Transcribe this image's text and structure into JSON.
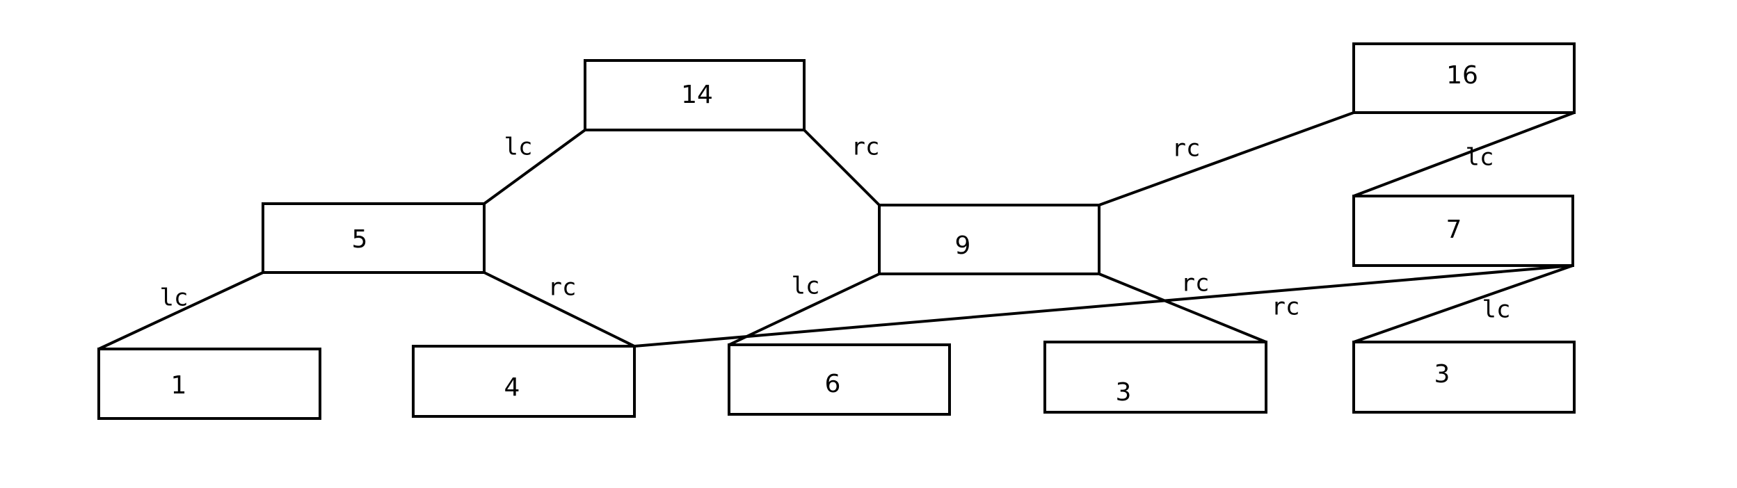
{
  "nodes": {
    "n14": "14",
    "n5": "5",
    "n9": "9",
    "n16": "16",
    "n7": "7",
    "n1": "1",
    "n4": "4",
    "n6": "6",
    "n3a": "3",
    "n3b": "3"
  },
  "edge_labels": {
    "e14_5": "lc",
    "e14_9": "rc",
    "e16_9": "rc",
    "e16_7": "lc",
    "e5_1": "lc",
    "e5_4": "rc",
    "e9_6": "lc",
    "e9_3": "rc",
    "e7_4": "rc",
    "e7_3": "lc"
  },
  "colors": {
    "stroke": "#000000",
    "background": "#ffffff"
  }
}
